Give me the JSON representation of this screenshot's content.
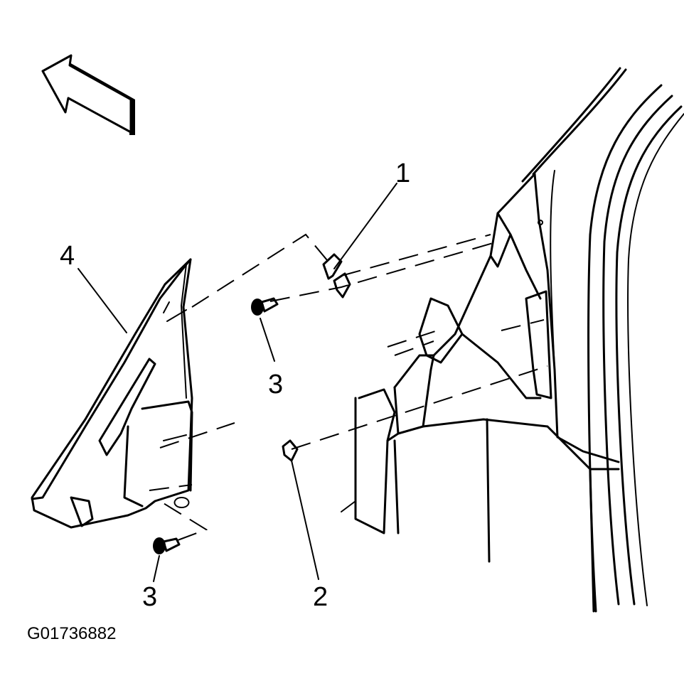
{
  "figure_id": "G01736882",
  "callouts": {
    "c1": "1",
    "c2": "2",
    "c3a": "3",
    "c3b": "3",
    "c4": "4"
  }
}
